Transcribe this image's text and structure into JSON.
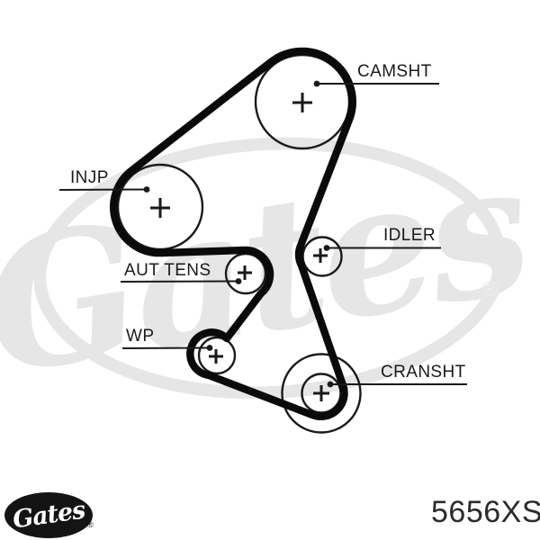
{
  "part_number": "5656XS",
  "brand_logo": {
    "text": "Gates",
    "registered_mark": "®"
  },
  "watermark": {
    "text": "Gates",
    "registered_mark": "®"
  },
  "pulleys": [
    {
      "id": "camsht",
      "label": "CAMSHT"
    },
    {
      "id": "injp",
      "label": "INJP"
    },
    {
      "id": "idler",
      "label": "IDLER"
    },
    {
      "id": "aut-tens",
      "label": "AUT TENS"
    },
    {
      "id": "wp",
      "label": "WP"
    },
    {
      "id": "cransht",
      "label": "CRANSHT"
    }
  ],
  "colors": {
    "background": "#ffffff",
    "ink": "#1a1a1a",
    "belt": "#0a0a0a",
    "watermark": "#e5e5e5",
    "logo_fill": "#141414",
    "logo_text": "#ffffff"
  }
}
